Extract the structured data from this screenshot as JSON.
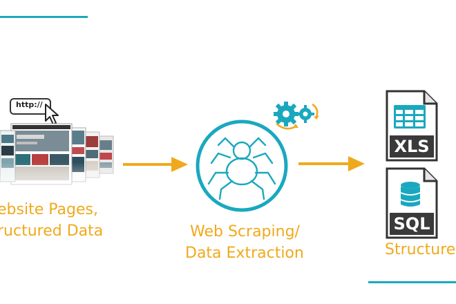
{
  "left_block": {
    "url_text": "http://",
    "label_line1": "ebsite Pages,",
    "label_line2": "ructured Data"
  },
  "center_block": {
    "label_line1": "Web Scraping/",
    "label_line2": "Data Extraction"
  },
  "right_block": {
    "file1_label": "XLS",
    "file2_label": "SQL",
    "label": "Structure"
  },
  "colors": {
    "accent": "#f0a91c",
    "teal": "#1aa8bf",
    "dark_file": "#3a3a3a"
  }
}
